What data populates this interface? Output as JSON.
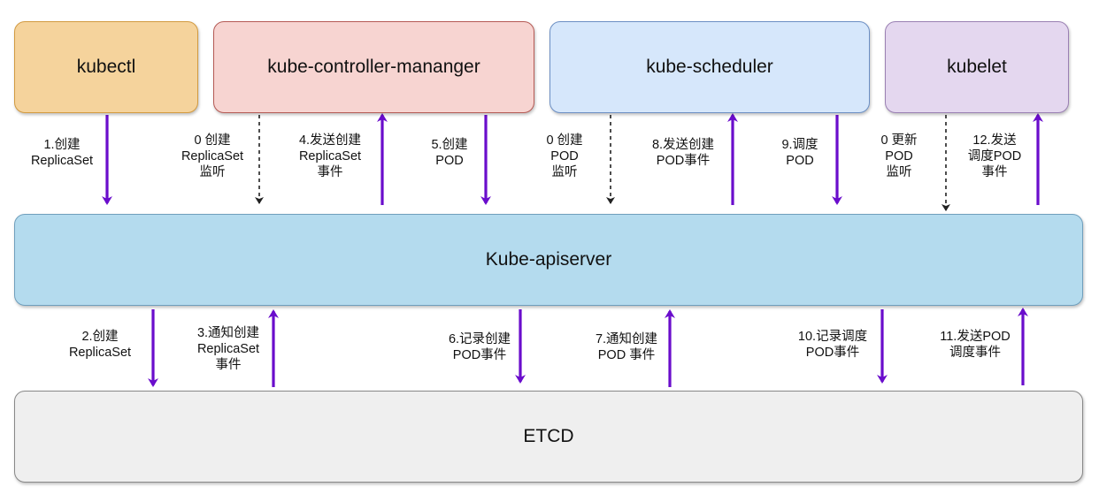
{
  "colors": {
    "arrow_solid": "#6a0dcc",
    "arrow_dashed": "#222222",
    "kubectl_fill": "#f5d39c",
    "kubectl_border": "#d29a40",
    "controller_fill": "#f7d4d1",
    "controller_border": "#b55a55",
    "scheduler_fill": "#d6e7fb",
    "scheduler_border": "#6c8fc4",
    "kubelet_fill": "#e4d7ef",
    "kubelet_border": "#9a80b3",
    "apiserver_fill": "#b4dbee",
    "apiserver_border": "#6f9fbd",
    "etcd_fill": "#efefef",
    "etcd_border": "#888888"
  },
  "nodes": {
    "kubectl": "kubectl",
    "controller": "kube-controller-mananger",
    "scheduler": "kube-scheduler",
    "kubelet": "kubelet",
    "apiserver": "Kube-apiserver",
    "etcd": "ETCD"
  },
  "labels": {
    "l1": "1.创建\nReplicaSet",
    "l0a": "0 创建\nReplicaSet\n监听",
    "l4": "4.发送创建\nReplicaSet\n事件",
    "l5": "5.创建\nPOD",
    "l0b": "0 创建\nPOD\n监听",
    "l8": "8.发送创建\nPOD事件",
    "l9": "9.调度\nPOD",
    "l0c": "0 更新\nPOD\n监听",
    "l12": "12.发送\n调度POD\n事件",
    "l2": "2.创建\nReplicaSet",
    "l3": "3.通知创建\nReplicaSet\n事件",
    "l6": "6.记录创建\nPOD事件",
    "l7": "7.通知创建\nPOD 事件",
    "l10": "10.记录调度\nPOD事件",
    "l11": "11.发送POD\n调度事件"
  },
  "arrows": [
    {
      "id": "kubectl-to-apiserver-create-replicaset",
      "dir": "down",
      "style": "solid",
      "label": "l1"
    },
    {
      "id": "apiserver-to-controller-watch-replicaset",
      "dir": "down",
      "style": "dashed",
      "label": "l0a"
    },
    {
      "id": "apiserver-to-controller-replicaset-event",
      "dir": "up",
      "style": "solid",
      "label": "l4"
    },
    {
      "id": "controller-to-apiserver-create-pod",
      "dir": "down",
      "style": "solid",
      "label": "l5"
    },
    {
      "id": "apiserver-to-scheduler-watch-pod",
      "dir": "down",
      "style": "dashed",
      "label": "l0b"
    },
    {
      "id": "apiserver-to-scheduler-pod-event",
      "dir": "up",
      "style": "solid",
      "label": "l8"
    },
    {
      "id": "scheduler-to-apiserver-schedule-pod",
      "dir": "down",
      "style": "solid",
      "label": "l9"
    },
    {
      "id": "apiserver-to-kubelet-watch-pod",
      "dir": "down",
      "style": "dashed",
      "label": "l0c"
    },
    {
      "id": "apiserver-to-kubelet-schedule-event",
      "dir": "up",
      "style": "solid",
      "label": "l12"
    },
    {
      "id": "apiserver-to-etcd-create-replicaset",
      "dir": "down",
      "style": "solid",
      "label": "l2"
    },
    {
      "id": "etcd-to-apiserver-notify-replicaset",
      "dir": "up",
      "style": "solid",
      "label": "l3"
    },
    {
      "id": "apiserver-to-etcd-record-pod",
      "dir": "down",
      "style": "solid",
      "label": "l6"
    },
    {
      "id": "etcd-to-apiserver-notify-pod",
      "dir": "up",
      "style": "solid",
      "label": "l7"
    },
    {
      "id": "apiserver-to-etcd-record-schedule",
      "dir": "down",
      "style": "solid",
      "label": "l10"
    },
    {
      "id": "etcd-to-apiserver-schedule-event",
      "dir": "up",
      "style": "solid",
      "label": "l11"
    }
  ]
}
